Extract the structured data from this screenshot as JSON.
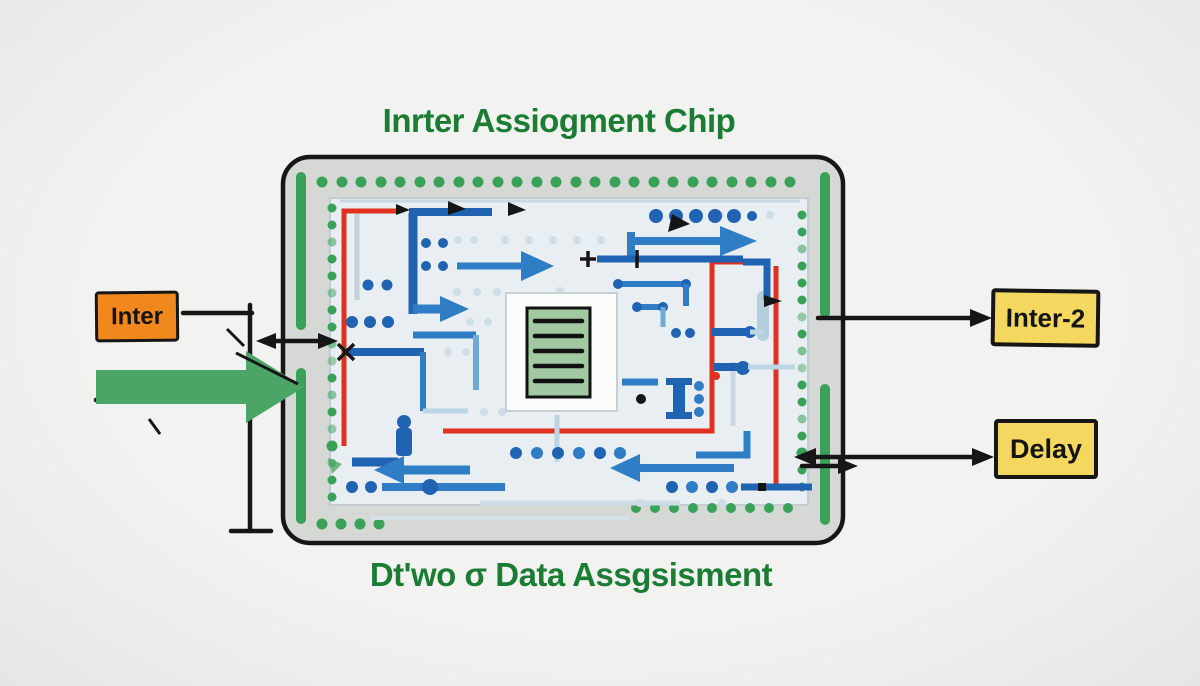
{
  "title": "Inrter Assiogment Chip",
  "caption": "Dt'wo σ Data Assgsisment",
  "nodes": {
    "input_label": "Inter",
    "output_label": "Inter-2",
    "delay_label": "Delay"
  },
  "colors": {
    "title_green": "#1b7c34",
    "chip_fill": "#d6d8d5",
    "accent_orange": "#f0881e",
    "accent_yellow": "#f3d75e",
    "trace_red": "#e0301f",
    "trace_blue_dark": "#2063b2",
    "pin_green": "#3aa159",
    "ink": "#161616"
  }
}
